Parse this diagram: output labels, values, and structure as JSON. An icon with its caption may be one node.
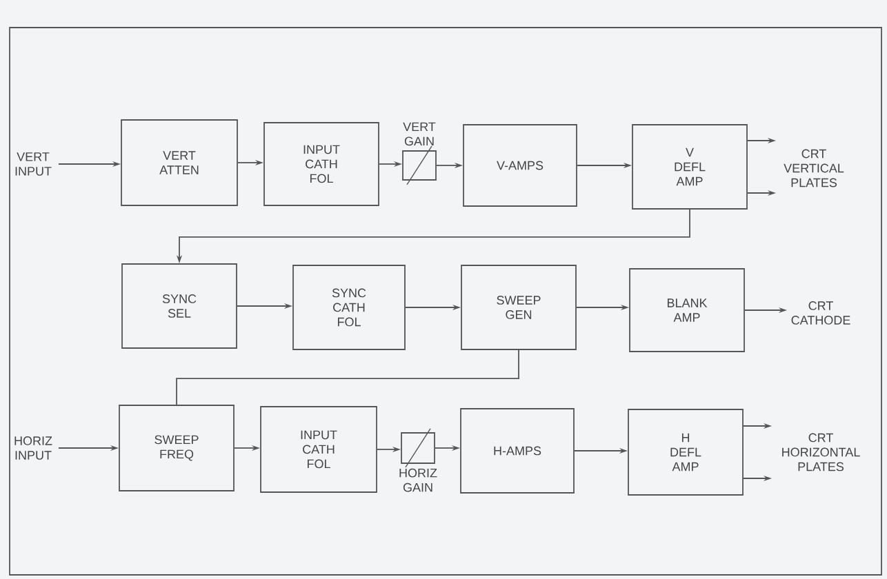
{
  "diagram": {
    "nodes": [
      {
        "text": [
          "VERT INPUT"
        ]
      },
      {
        "text": [
          "VERT ATTEN"
        ]
      },
      {
        "text": [
          "INPUT CATH FOL"
        ]
      },
      {
        "text": [
          "VERT GAIN"
        ]
      },
      {
        "text": [
          "V-AMPS"
        ]
      },
      {
        "text": [
          "V DEFL AMP"
        ]
      },
      {
        "text": [
          "CRT VERTICAL PLATES"
        ]
      },
      {
        "text": [
          "SYNC SEL"
        ]
      },
      {
        "text": [
          "SYNC CATH FOL"
        ]
      },
      {
        "text": [
          "SWEEP GEN"
        ]
      },
      {
        "text": [
          "BLANK AMP"
        ]
      },
      {
        "text": [
          "CRT CATHODE"
        ]
      },
      {
        "text": [
          "HORIZ INPUT"
        ]
      },
      {
        "text": [
          "SWEEP FREQ"
        ]
      },
      {
        "text": [
          "INPUT CATH FOL"
        ]
      },
      {
        "text": [
          "HORIZ GAIN"
        ]
      },
      {
        "text": [
          "H-AMPS"
        ]
      },
      {
        "text": [
          "H DEFL AMP"
        ]
      },
      {
        "text": [
          "CRT HORIZONTAL PLATES"
        ]
      }
    ],
    "edges": [
      {
        "from": 0,
        "to": 1,
        "arrow": "to"
      },
      {
        "from": 1,
        "to": 2,
        "arrow": "to"
      },
      {
        "from": 2,
        "to": 3,
        "arrow": "to"
      },
      {
        "from": 3,
        "to": 4,
        "arrow": "to"
      },
      {
        "from": 4,
        "to": 5,
        "arrow": "to"
      },
      {
        "from": 5,
        "to": 6,
        "arrow": "to"
      },
      {
        "from": 5,
        "to": 6,
        "arrow": "to"
      },
      {
        "from": 5,
        "to": 7,
        "arrow": "to"
      },
      {
        "from": 7,
        "to": 8,
        "arrow": "to"
      },
      {
        "from": 8,
        "to": 9,
        "arrow": "to"
      },
      {
        "from": 9,
        "to": 10,
        "arrow": "to"
      },
      {
        "from": 10,
        "to": 11,
        "arrow": "to"
      },
      {
        "from": 13,
        "to": 9,
        "arrow": "none"
      },
      {
        "from": 12,
        "to": 13,
        "arrow": "to"
      },
      {
        "from": 13,
        "to": 14,
        "arrow": "to"
      },
      {
        "from": 14,
        "to": 15,
        "arrow": "to"
      },
      {
        "from": 15,
        "to": 16,
        "arrow": "to"
      },
      {
        "from": 16,
        "to": 17,
        "arrow": "to"
      },
      {
        "from": 17,
        "to": 18,
        "arrow": "to"
      },
      {
        "from": 17,
        "to": 18,
        "arrow": "to"
      }
    ]
  }
}
